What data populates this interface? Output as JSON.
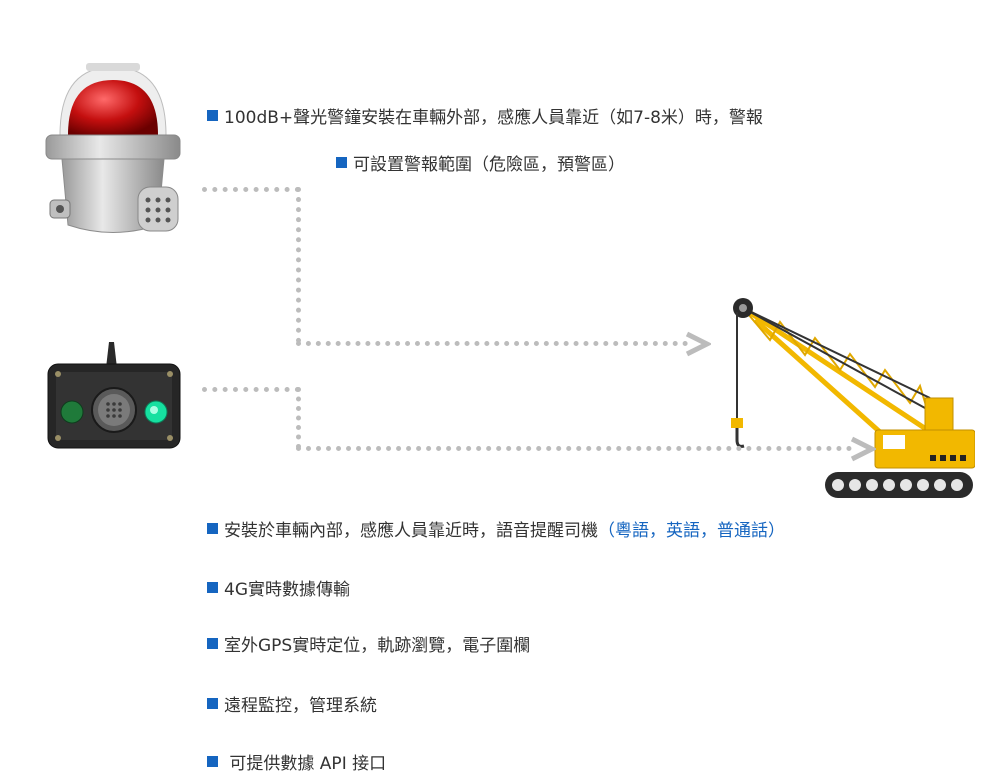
{
  "colors": {
    "bullet": "#1565c0",
    "accent": "#1565c0",
    "dotted_line": "#bcbcbc"
  },
  "icons": [
    "alarm-light-icon",
    "in-vehicle-device-icon",
    "crawler-crane-icon",
    "arrow-right-icon"
  ],
  "features": {
    "alarm_light": "100dB+聲光警鐘安裝在車輛外部，感應人員靠近（如7-8米）時，警報",
    "alarm_range": "可設置警報範圍（危險區，預警區）",
    "in_vehicle_voice": "安裝於車輛內部，感應人員靠近時，語音提醒司機",
    "in_vehicle_languages": "（粵語，英語，普通話）",
    "data_4g": "4G實時數據傳輸",
    "gps": "室外GPS實時定位，軌跡瀏覽，電子圍欄",
    "monitoring": "遠程監控，管理系統",
    "api": " 可提供數據 API 接口"
  }
}
